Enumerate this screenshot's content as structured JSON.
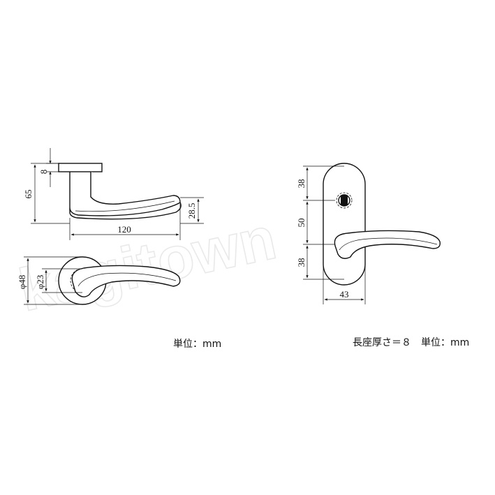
{
  "watermark": "kagitown",
  "left_drawing": {
    "dims": {
      "height_total": "65",
      "rose_thickness": "8",
      "lever_length": "120",
      "lever_drop": "28.5",
      "rose_diameter": "φ48",
      "spindle_diameter": "φ23"
    },
    "unit_note": "単位：mm"
  },
  "right_drawing": {
    "dims": {
      "upper_segment": "38",
      "middle_segment": "50",
      "lower_segment": "38",
      "plate_width": "43"
    },
    "note": "長座厚さ＝８　単位：mm"
  }
}
